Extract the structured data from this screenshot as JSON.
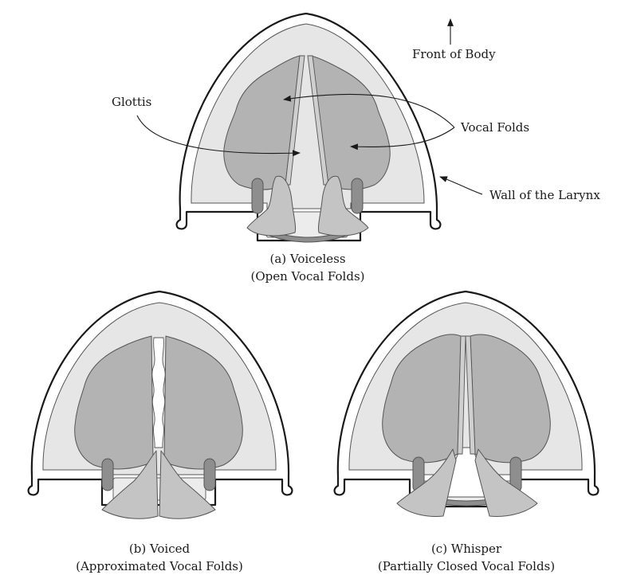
{
  "labels": {
    "front_of_body": "Front of Body",
    "glottis": "Glottis",
    "vocal_folds": "Vocal Folds",
    "wall_of_larynx": "Wall of the Larynx"
  },
  "panels": [
    {
      "id": "a",
      "caption_line1": "(a) Voiceless",
      "caption_line2": "(Open Vocal Folds)"
    },
    {
      "id": "b",
      "caption_line1": "(b) Voiced",
      "caption_line2": "(Approximated Vocal Folds)"
    },
    {
      "id": "c",
      "caption_line1": "(c) Whisper",
      "caption_line2": "(Partially Closed Vocal Folds)"
    }
  ]
}
